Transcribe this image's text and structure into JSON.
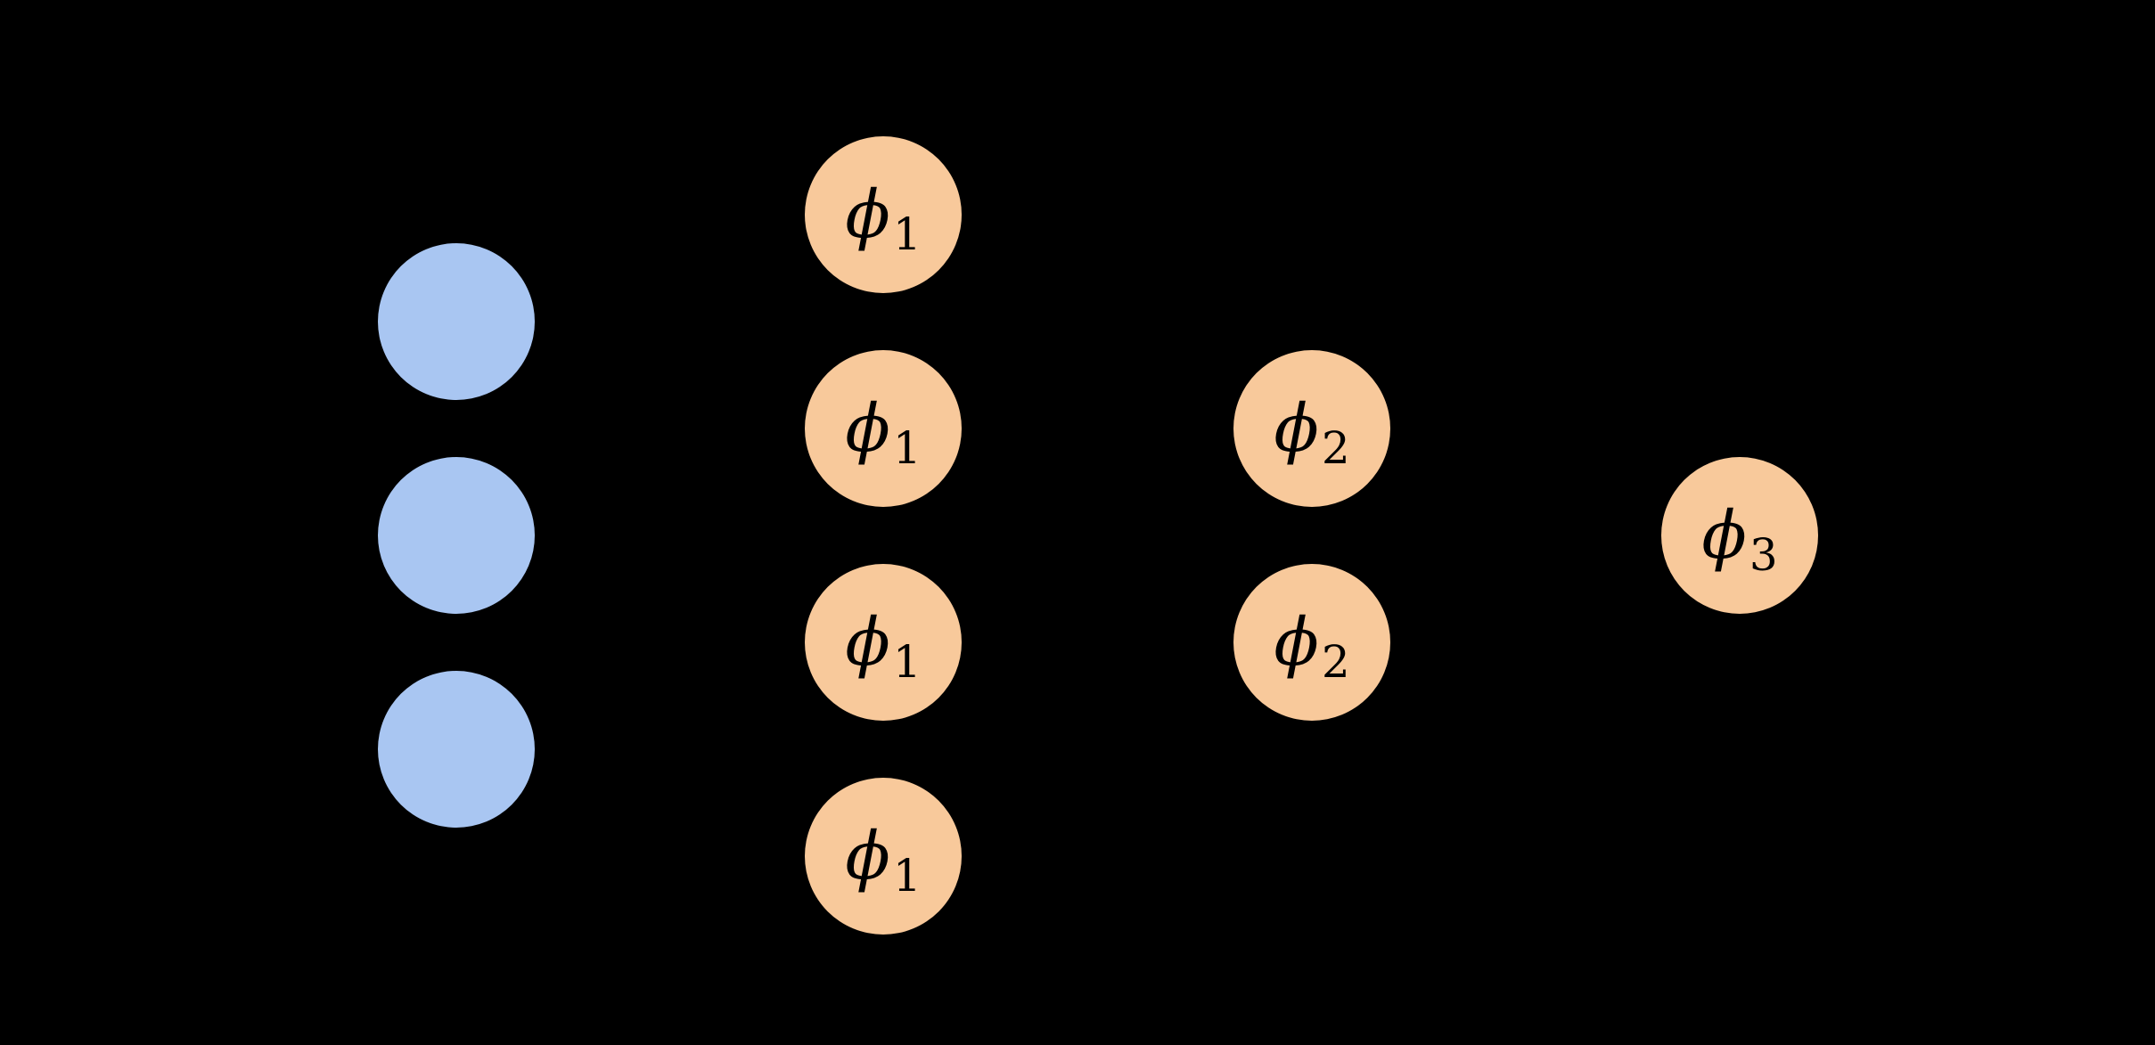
{
  "diagram": {
    "background_color": "#000000",
    "input_node_fill": "#a9c6f2",
    "phi_node_fill": "#f8c99b",
    "label_color": "#000000",
    "layers": [
      {
        "name": "input-layer",
        "node_color": "#a9c6f2",
        "nodes": [
          {
            "label": ""
          },
          {
            "label": ""
          },
          {
            "label": ""
          }
        ]
      },
      {
        "name": "phi1-layer",
        "node_color": "#f8c99b",
        "nodes": [
          {
            "symbol": "ϕ",
            "subscript": "1"
          },
          {
            "symbol": "ϕ",
            "subscript": "1"
          },
          {
            "symbol": "ϕ",
            "subscript": "1"
          },
          {
            "symbol": "ϕ",
            "subscript": "1"
          }
        ]
      },
      {
        "name": "phi2-layer",
        "node_color": "#f8c99b",
        "nodes": [
          {
            "symbol": "ϕ",
            "subscript": "2"
          },
          {
            "symbol": "ϕ",
            "subscript": "2"
          }
        ]
      },
      {
        "name": "phi3-layer",
        "node_color": "#f8c99b",
        "nodes": [
          {
            "symbol": "ϕ",
            "subscript": "3"
          }
        ]
      }
    ]
  }
}
